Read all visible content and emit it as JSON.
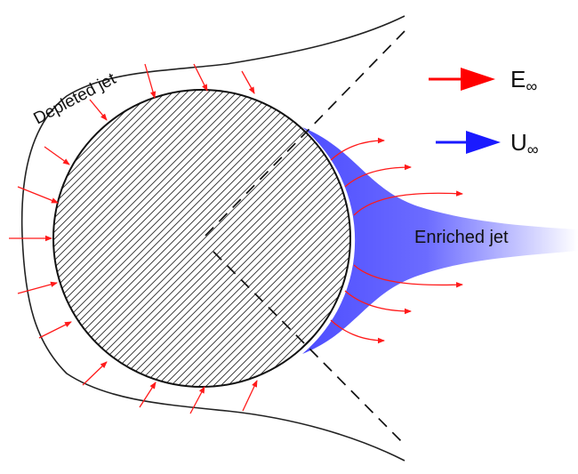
{
  "labels": {
    "depleted_jet": "Depleted jet",
    "enriched_jet": "Enriched jet"
  },
  "legend": {
    "field": {
      "symbol": "E",
      "subscript": "∞",
      "color": "#ff0000"
    },
    "flow": {
      "symbol": "U",
      "subscript": "∞",
      "color": "#1a1aff"
    }
  },
  "colors": {
    "jet_fill": "#4d4dff",
    "field_arrow": "#ff1a1a",
    "outline": "#222222"
  }
}
